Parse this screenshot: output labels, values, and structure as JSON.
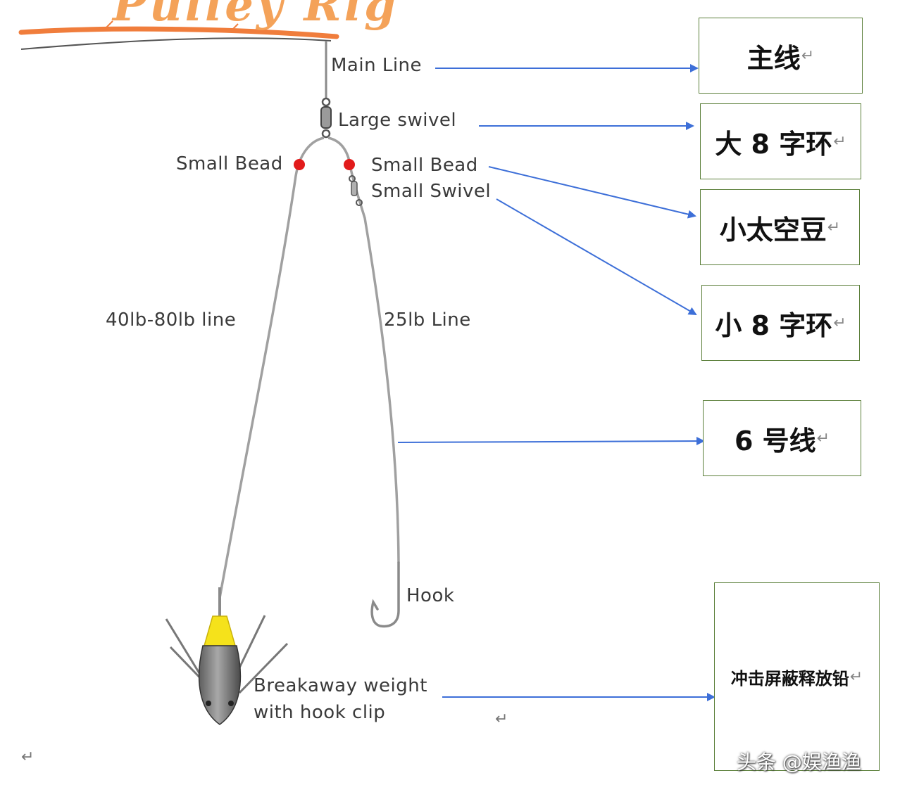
{
  "title_fragment": "Pulley Rig",
  "labels": {
    "main_line": "Main Line",
    "large_swivel": "Large swivel",
    "small_bead_left": "Small Bead",
    "small_bead_right": "Small Bead",
    "small_swivel": "Small Swivel",
    "line_40_80": "40lb-80lb line",
    "line_25": "25lb Line",
    "hook": "Hook",
    "breakaway_1": "Breakaway weight",
    "breakaway_2": "with hook clip"
  },
  "translations": {
    "main_line": "主线",
    "large_swivel": "大 8 字环",
    "small_bead": "小太空豆",
    "small_swivel": "小 8 字环",
    "line_6": "6 号线",
    "weight": "冲击屏蔽释放铅"
  },
  "return_mark": "↵",
  "watermark": "头条 @娱渔渔",
  "colors": {
    "arrow": "#3d6fd8",
    "box_border": "#5b7f3a",
    "rod": "#f07d3c",
    "bead": "#e21b1b",
    "sinker_cap": "#f5e21b",
    "line": "#9a9a9a"
  }
}
